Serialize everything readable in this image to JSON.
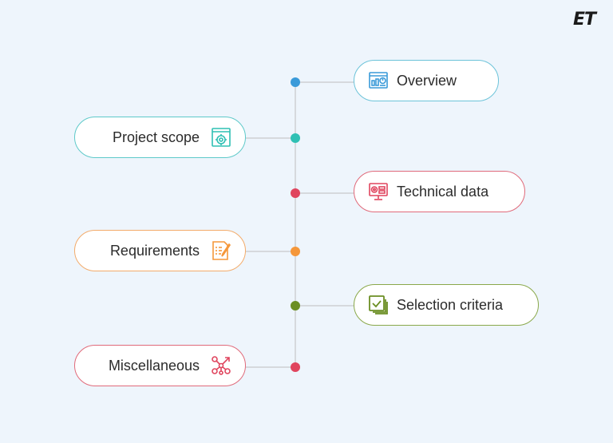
{
  "logo": {
    "text": "ET"
  },
  "diagram": {
    "type": "timeline",
    "spine_color": "#d6d9dd",
    "nodes": [
      {
        "label": "Overview",
        "side": "right",
        "icon": "dashboard-chart-icon",
        "color": "#3a9ad9",
        "border": "#6cc3d9"
      },
      {
        "label": "Project scope",
        "side": "left",
        "icon": "target-window-icon",
        "color": "#2fc0b4",
        "border": "#5ec9c9"
      },
      {
        "label": "Technical data",
        "side": "right",
        "icon": "monitor-settings-icon",
        "color": "#e0455e",
        "border": "#e06a7a"
      },
      {
        "label": "Requirements",
        "side": "left",
        "icon": "checklist-pen-icon",
        "color": "#f5973a",
        "border": "#f3ab6a"
      },
      {
        "label": "Selection criteria",
        "side": "right",
        "icon": "checkbox-stack-icon",
        "color": "#6b8e23",
        "border": "#8aa84a"
      },
      {
        "label": "Miscellaneous",
        "side": "left",
        "icon": "network-nodes-icon",
        "color": "#e0455e",
        "border": "#e06a7a"
      }
    ]
  }
}
